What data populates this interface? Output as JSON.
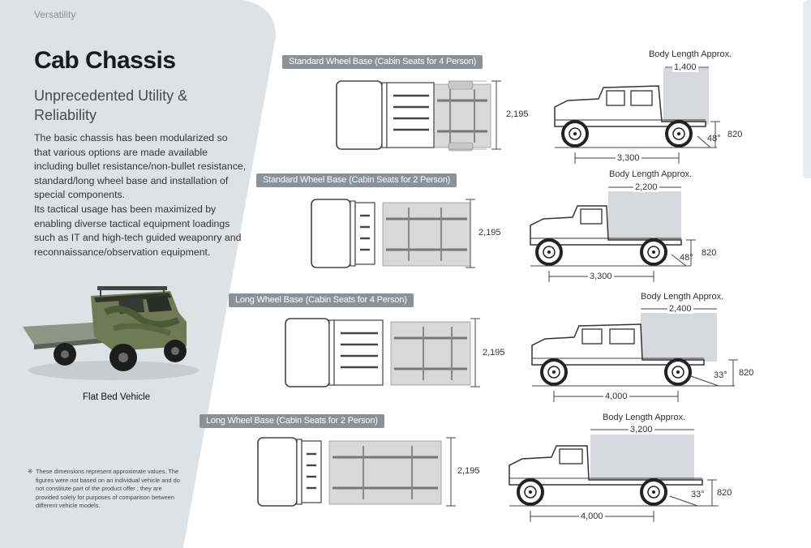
{
  "page": {
    "section_label": "Versatility",
    "title": "Cab Chassis",
    "subtitle": "Unprecedented Utility & Reliability",
    "body": [
      "The basic chassis has been modularized so that various options are made available including bullet resistance/non-bullet resistance, standard/long wheel base and installation of special components.",
      "Its tactical usage has been maximized by enabling diverse tactical equipment loadings such as IT and high-tech guided weaponry and reconnaissance/observation equipment."
    ],
    "photo_caption": "Flat Bed Vehicle",
    "disclaimer_mark": "※",
    "disclaimer": "These dimensions represent approximate values. The figures were not based on an individual vehicle and do not constitute part of the product offer ; they are provided solely for purposes of comparison between different vehicle models."
  },
  "colors": {
    "sidebar": "#dfe2e5",
    "tag": "#8c9196",
    "body_box": "#d6d8db",
    "line": "#444444"
  },
  "variants": [
    {
      "tag": "Standard Wheel Base (Cabin Seats for 4 Person)",
      "width": "2,195",
      "body_label": "Body Length Approx.",
      "body_length": "1,400",
      "wheelbase": "3,300",
      "angle": "48°",
      "height": "820"
    },
    {
      "tag": "Standard Wheel Base (Cabin Seats for 2 Person)",
      "width": "2,195",
      "body_label": "Body Length Approx.",
      "body_length": "2,200",
      "wheelbase": "3,300",
      "angle": "48°",
      "height": "820"
    },
    {
      "tag": "Long Wheel Base (Cabin Seats for 4 Person)",
      "width": "2,195",
      "body_label": "Body Length Approx.",
      "body_length": "2,400",
      "wheelbase": "4,000",
      "angle": "33°",
      "height": "820"
    },
    {
      "tag": "Long Wheel Base (Cabin Seats for 2 Person)",
      "width": "2,195",
      "body_label": "Body Length Approx.",
      "body_length": "3,200",
      "wheelbase": "4,000",
      "angle": "33°",
      "height": "820"
    }
  ]
}
